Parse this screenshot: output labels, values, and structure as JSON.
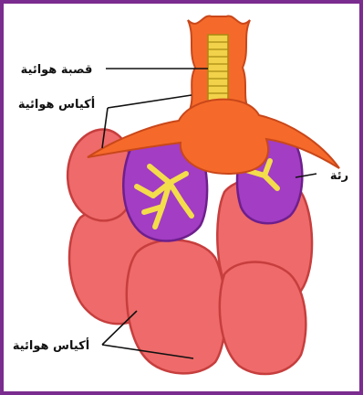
{
  "labels": {
    "trachea": "قصبة هوائية",
    "air_sacs_top": "أكياس هوائية",
    "lung": "رئة",
    "air_sacs_bottom": "أكياس هوائية"
  },
  "colors": {
    "frame": "#7b2c8f",
    "air_sac_fill": "#ef6a6a",
    "air_sac_stroke": "#c73e3e",
    "trachea_fill": "#f56a2a",
    "trachea_rings": "#f2d24a",
    "lung_fill": "#a23dc4",
    "bronchi": "#f3dd4b"
  }
}
